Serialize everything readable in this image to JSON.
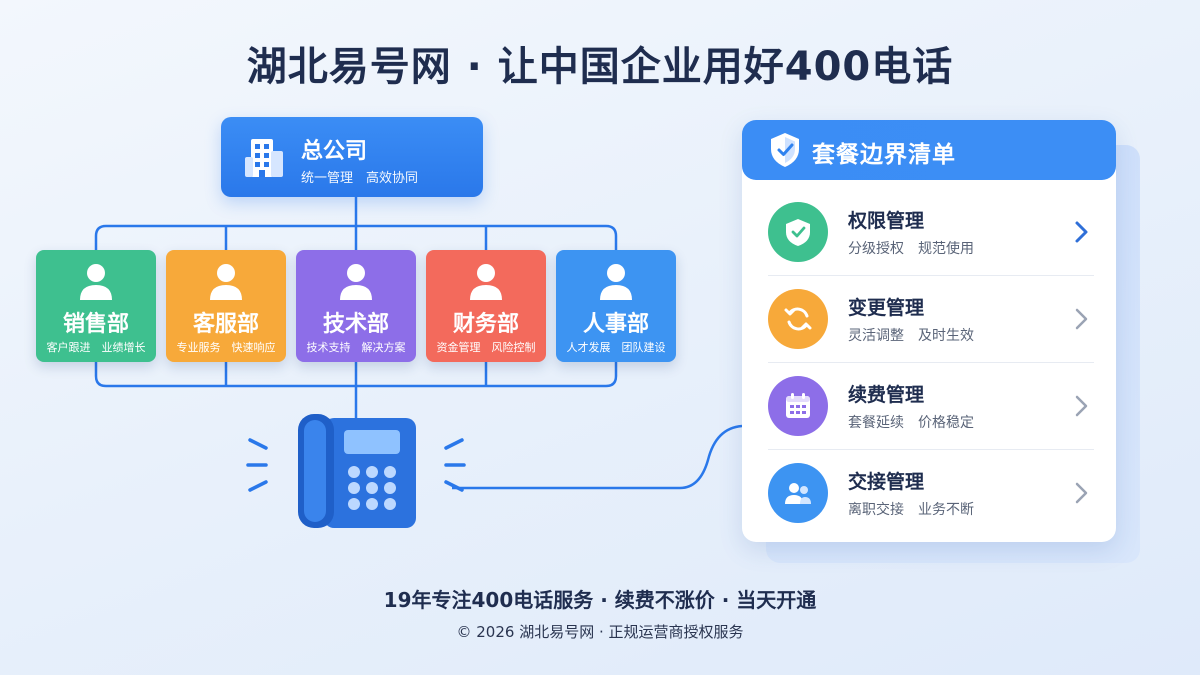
{
  "title": "湖北易号网 · 让中国企业用好400电话",
  "headquarters": {
    "title": "总公司",
    "subtitle": "统一管理　高效协同",
    "icon": "building-icon"
  },
  "departments": [
    {
      "name": "销售部",
      "subtitle": "客户跟进　业绩增长",
      "color": "#3ec08f"
    },
    {
      "name": "客服部",
      "subtitle": "专业服务　快速响应",
      "color": "#f7a93a"
    },
    {
      "name": "技术部",
      "subtitle": "技术支持　解决方案",
      "color": "#8d6ee8"
    },
    {
      "name": "财务部",
      "subtitle": "资金管理　风险控制",
      "color": "#f36a5c"
    },
    {
      "name": "人事部",
      "subtitle": "人才发展　团队建设",
      "color": "#3d94f2"
    }
  ],
  "panel": {
    "title": "套餐边界清单",
    "items": [
      {
        "title": "权限管理",
        "subtitle": "分级授权　规范使用",
        "icon": "shield-icon",
        "color": "#3ec08f"
      },
      {
        "title": "变更管理",
        "subtitle": "灵活调整　及时生效",
        "icon": "refresh-icon",
        "color": "#f7a93a"
      },
      {
        "title": "续费管理",
        "subtitle": "套餐延续　价格稳定",
        "icon": "calendar-icon",
        "color": "#8d6ee8"
      },
      {
        "title": "交接管理",
        "subtitle": "离职交接　业务不断",
        "icon": "users-icon",
        "color": "#3d94f2"
      }
    ]
  },
  "footer": {
    "slogan": "19年专注400电话服务 · 续费不涨价 · 当天开通",
    "copyright": "© 2026 湖北易号网 · 正规运营商授权服务"
  },
  "colors": {
    "primary": "#2f82ef",
    "line": "#2a78ea",
    "phone": "#2a6fdc"
  }
}
